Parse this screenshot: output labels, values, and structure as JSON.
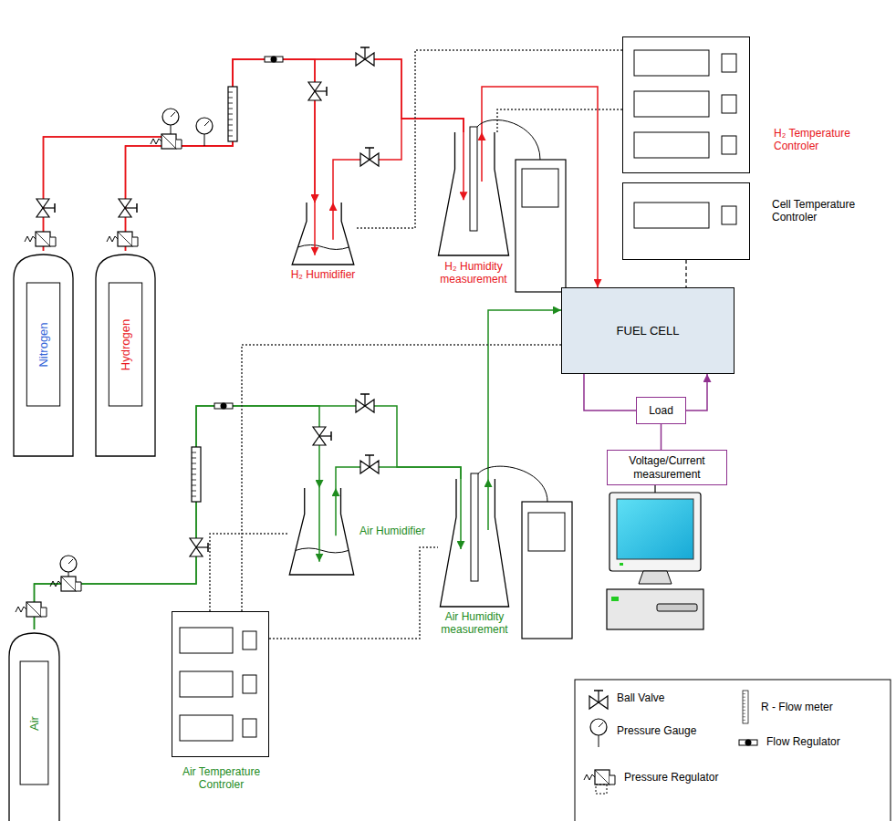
{
  "diagram": {
    "nodes": [
      {
        "text": [
          "H₂ Temperature Controler"
        ]
      },
      {
        "text": [
          "H₂ Humidifier"
        ]
      },
      {
        "text": [
          "H₂ Humidity measurement"
        ]
      },
      {
        "text": [
          "Cell Temperature Controler"
        ]
      },
      {
        "text": [
          "Nitrogen"
        ]
      },
      {
        "text": [
          "Hydrogen"
        ]
      },
      {
        "text": [
          "FUEL CELL"
        ]
      },
      {
        "text": [
          "Load"
        ]
      },
      {
        "text": [
          "Voltage/Current measurement"
        ]
      },
      {
        "text": [
          "Air Humidifier"
        ]
      },
      {
        "text": [
          "Air Humidity measurement"
        ]
      },
      {
        "text": [
          "Air Temperature Controler"
        ]
      },
      {
        "text": [
          "Air"
        ]
      }
    ],
    "edges": [
      {
        "from": 4,
        "to": 1,
        "arrow": "to"
      },
      {
        "from": 5,
        "to": 1,
        "arrow": "to"
      },
      {
        "from": 4,
        "to": 2,
        "arrow": "none"
      },
      {
        "from": 5,
        "to": 2,
        "arrow": "none"
      },
      {
        "from": 1,
        "to": 2,
        "arrow": "none"
      },
      {
        "from": 2,
        "to": 6,
        "arrow": "to"
      },
      {
        "from": 0,
        "to": 1,
        "arrow": "none"
      },
      {
        "from": 0,
        "to": 2,
        "arrow": "none"
      },
      {
        "from": 3,
        "to": 6,
        "arrow": "none"
      },
      {
        "from": 12,
        "to": 9,
        "arrow": "to"
      },
      {
        "from": 12,
        "to": 10,
        "arrow": "none"
      },
      {
        "from": 9,
        "to": 10,
        "arrow": "none"
      },
      {
        "from": 10,
        "to": 6,
        "arrow": "to"
      },
      {
        "from": 11,
        "to": 9,
        "arrow": "none"
      },
      {
        "from": 11,
        "to": 10,
        "arrow": "none"
      },
      {
        "from": 11,
        "to": 6,
        "arrow": "none"
      },
      {
        "from": 6,
        "to": 7,
        "arrow": "none"
      },
      {
        "from": 7,
        "to": 6,
        "arrow": "to"
      },
      {
        "from": 7,
        "to": 8,
        "arrow": "none"
      }
    ],
    "legend": [
      {
        "text": "Ball Valve"
      },
      {
        "text": "Pressure Gauge"
      },
      {
        "text": "Pressure Regulator"
      },
      {
        "text": "R - Flow meter"
      },
      {
        "text": "Flow Regulator"
      }
    ]
  }
}
